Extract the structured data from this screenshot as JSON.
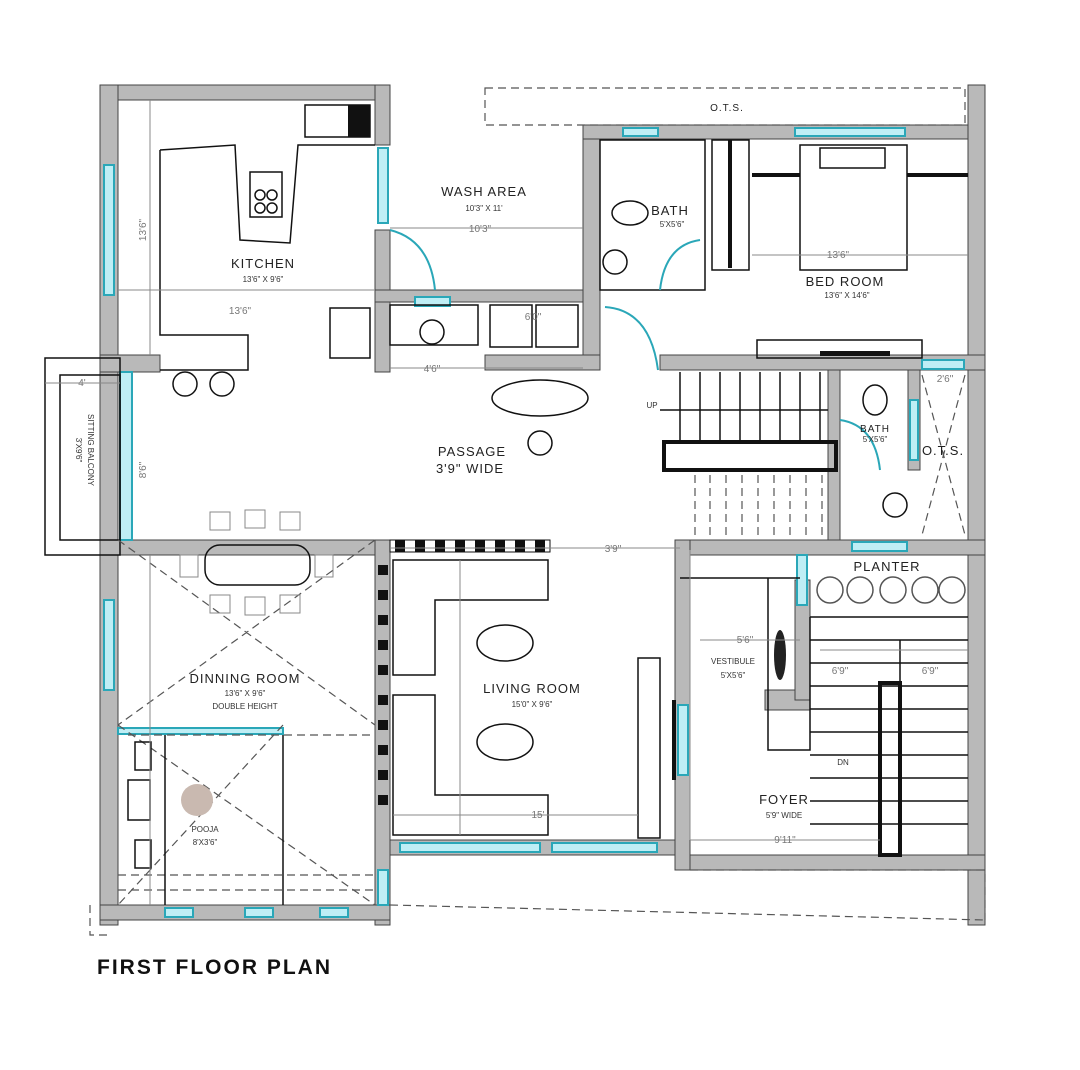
{
  "title": "FIRST FLOOR PLAN",
  "colors": {
    "wall": "#b9b9b9",
    "window": "#2aa7b8",
    "line": "#111111"
  },
  "rooms": {
    "kitchen": {
      "name": "KITCHEN",
      "size": "13'6\" X 9'6\""
    },
    "wash_area": {
      "name": "WASH AREA",
      "size": "10'3\" X 11'"
    },
    "bath1": {
      "name": "BATH",
      "size": "5'X5'6\""
    },
    "bed_room": {
      "name": "BED ROOM",
      "size": "13'6\" X 14'6\""
    },
    "passage": {
      "name": "PASSAGE",
      "size": "3'9\" WIDE"
    },
    "bath2": {
      "name": "BATH",
      "size": "5'X5'6\""
    },
    "ots": {
      "name": "O.T.S."
    },
    "sitting_balcony": {
      "name": "SITTING BALCONY",
      "size": "3'X9'6\""
    },
    "dining_room": {
      "name": "DINNING ROOM",
      "size": "13'6\" X 9'6\"",
      "note": "DOUBLE HEIGHT"
    },
    "living_room": {
      "name": "LIVING ROOM",
      "size": "15'0\" X 9'6\""
    },
    "pooja": {
      "name": "POOJA",
      "size": "8'X3'6\""
    },
    "planter": {
      "name": "PLANTER"
    },
    "vestibule": {
      "name": "VESTIBULE",
      "size": "5'X5'6\""
    },
    "foyer": {
      "name": "FOYER",
      "size": "5'9\" WIDE"
    },
    "top_ots": {
      "name": "O.T.S."
    },
    "up_label": "UP",
    "dn_label": "DN"
  },
  "dimensions": [
    "13'6\"",
    "13'6\"",
    "10'3\"",
    "13'6\"",
    "4'6\"",
    "6'0\"",
    "3'9\"",
    "8'6\"",
    "15'",
    "9'11\"",
    "5'6\"",
    "6'9\"",
    "6'9\"",
    "2'6\"",
    "4'"
  ]
}
